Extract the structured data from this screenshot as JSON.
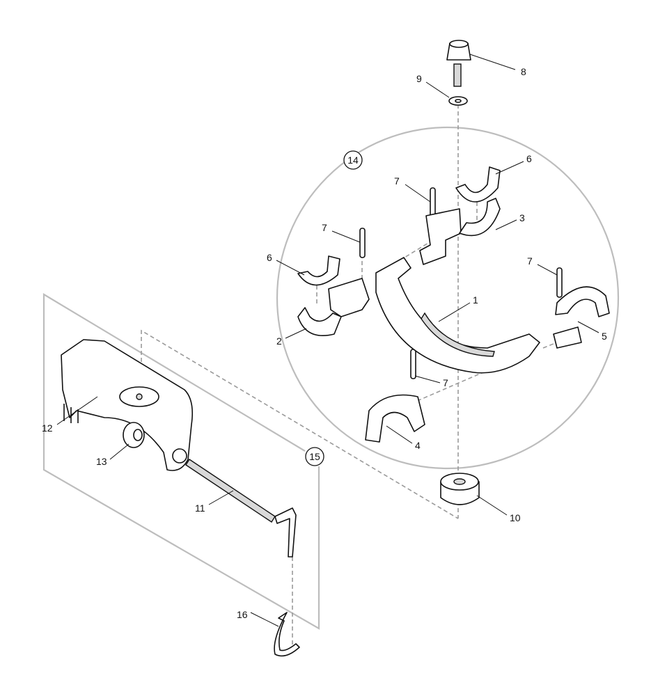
{
  "diagram": {
    "type": "exploded-parts-view",
    "callouts": [
      {
        "id": "c8",
        "text": "8"
      },
      {
        "id": "c9",
        "text": "9"
      },
      {
        "id": "c6a",
        "text": "6"
      },
      {
        "id": "c7a",
        "text": "7"
      },
      {
        "id": "c3",
        "text": "3"
      },
      {
        "id": "c7b",
        "text": "7"
      },
      {
        "id": "c6b",
        "text": "6"
      },
      {
        "id": "c7c",
        "text": "7"
      },
      {
        "id": "c1",
        "text": "1"
      },
      {
        "id": "c2",
        "text": "2"
      },
      {
        "id": "c5",
        "text": "5"
      },
      {
        "id": "c7d",
        "text": "7"
      },
      {
        "id": "c12",
        "text": "12"
      },
      {
        "id": "c4",
        "text": "4"
      },
      {
        "id": "c13",
        "text": "13"
      },
      {
        "id": "c10",
        "text": "10"
      },
      {
        "id": "c11",
        "text": "11"
      },
      {
        "id": "c16",
        "text": "16"
      }
    ],
    "groups": [
      {
        "id": "g14",
        "text": "14"
      },
      {
        "id": "g15",
        "text": "15"
      }
    ],
    "colors": {
      "line": "#111111",
      "group_outline": "#bdbdbd",
      "dashed": "#9a9a9a"
    }
  }
}
